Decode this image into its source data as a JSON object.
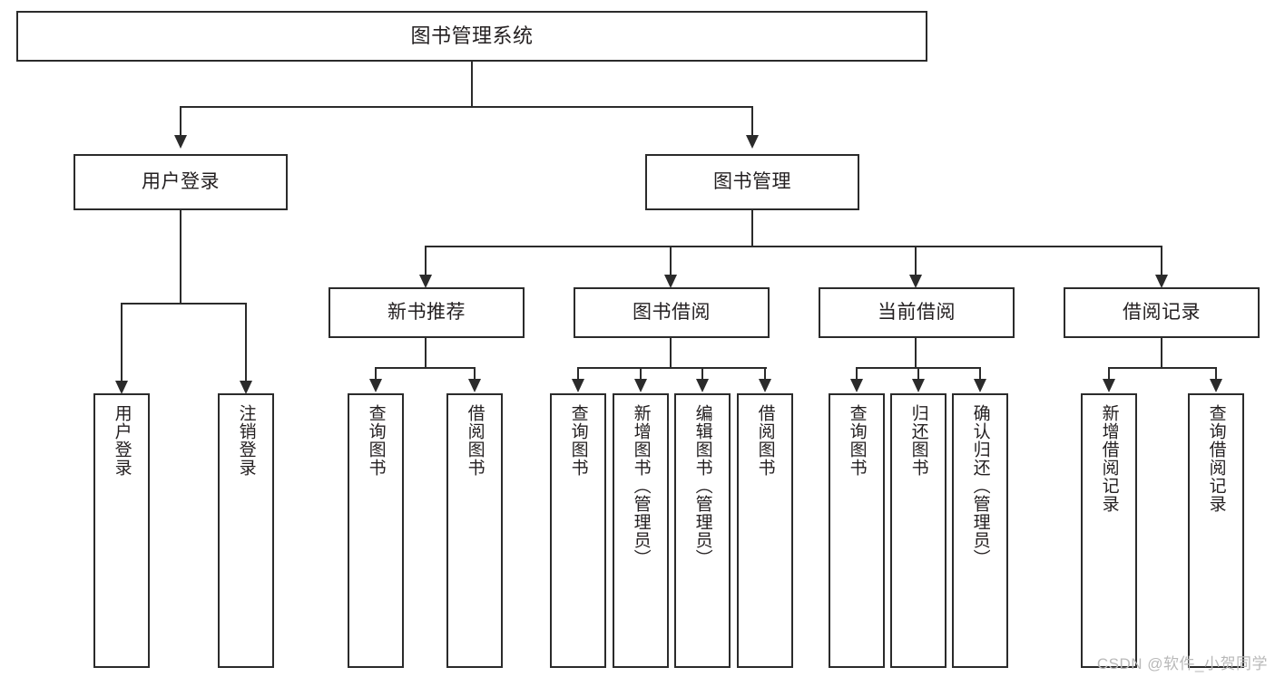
{
  "diagram": {
    "type": "tree-hierarchy",
    "title": "图书管理系统",
    "watermark": "CSDN @软件_小贺同学",
    "colors": {
      "box_border": "#2b2b2b",
      "box_fill": "#ffffff",
      "connector": "#2b2b2b",
      "text": "#231f20",
      "watermark": "#b9b9b9",
      "background": "#ffffff"
    },
    "levels": {
      "root": "图书管理系统",
      "level2": [
        "用户登录",
        "图书管理"
      ],
      "level3": [
        "新书推荐",
        "图书借阅",
        "当前借阅",
        "借阅记录"
      ]
    },
    "nodes": {
      "root": {
        "label": "图书管理系统"
      },
      "user_login": {
        "label": "用户登录"
      },
      "book_manage": {
        "label": "图书管理"
      },
      "new_book_rec": {
        "label": "新书推荐"
      },
      "book_borrow": {
        "label": "图书借阅"
      },
      "current_borrow": {
        "label": "当前借阅"
      },
      "borrow_record": {
        "label": "借阅记录"
      },
      "leaf_user_login": {
        "label": "用户登录"
      },
      "leaf_logout": {
        "label": "注销登录"
      },
      "leaf_query_book_a": {
        "label": "查询图书"
      },
      "leaf_borrow_book_a": {
        "label": "借阅图书"
      },
      "leaf_query_book_b": {
        "label": "查询图书"
      },
      "leaf_add_book": {
        "label": "新增图书（管理员）"
      },
      "leaf_edit_book": {
        "label": "编辑图书（管理员）"
      },
      "leaf_borrow_book_b": {
        "label": "借阅图书"
      },
      "leaf_query_book_c": {
        "label": "查询图书"
      },
      "leaf_return_book": {
        "label": "归还图书"
      },
      "leaf_confirm_return": {
        "label": "确认归还（管理员）"
      },
      "leaf_add_record": {
        "label": "新增借阅记录"
      },
      "leaf_query_record": {
        "label": "查询借阅记录"
      }
    },
    "edges": [
      {
        "from": "root",
        "to": "user_login"
      },
      {
        "from": "root",
        "to": "book_manage"
      },
      {
        "from": "user_login",
        "to": "leaf_user_login"
      },
      {
        "from": "user_login",
        "to": "leaf_logout"
      },
      {
        "from": "book_manage",
        "to": "new_book_rec"
      },
      {
        "from": "book_manage",
        "to": "book_borrow"
      },
      {
        "from": "book_manage",
        "to": "current_borrow"
      },
      {
        "from": "book_manage",
        "to": "borrow_record"
      },
      {
        "from": "new_book_rec",
        "to": "leaf_query_book_a"
      },
      {
        "from": "new_book_rec",
        "to": "leaf_borrow_book_a"
      },
      {
        "from": "book_borrow",
        "to": "leaf_query_book_b"
      },
      {
        "from": "book_borrow",
        "to": "leaf_add_book"
      },
      {
        "from": "book_borrow",
        "to": "leaf_edit_book"
      },
      {
        "from": "book_borrow",
        "to": "leaf_borrow_book_b"
      },
      {
        "from": "current_borrow",
        "to": "leaf_query_book_c"
      },
      {
        "from": "current_borrow",
        "to": "leaf_return_book"
      },
      {
        "from": "current_borrow",
        "to": "leaf_confirm_return"
      },
      {
        "from": "borrow_record",
        "to": "leaf_add_record"
      },
      {
        "from": "borrow_record",
        "to": "leaf_query_record"
      }
    ]
  }
}
